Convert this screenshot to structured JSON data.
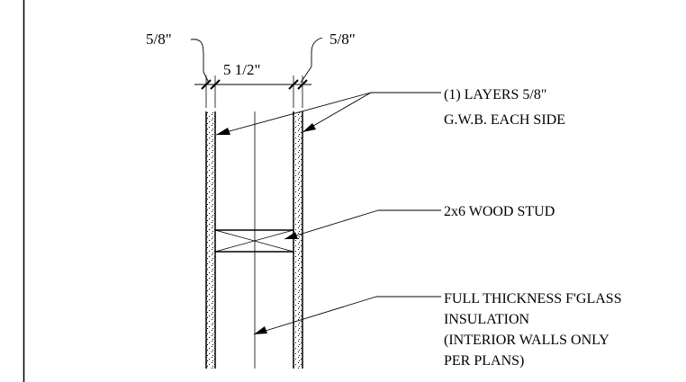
{
  "dimensions": {
    "left_gwb": "5/8\"",
    "right_gwb": "5/8\"",
    "stud_depth": "5 1/2\""
  },
  "callouts": {
    "gwb_line1": "(1) LAYERS 5/8\"",
    "gwb_line2": "G.W.B. EACH SIDE",
    "stud": "2x6 WOOD STUD",
    "insulation_line1": "FULL THICKNESS F'GLASS",
    "insulation_line2": "INSULATION",
    "insulation_line3": "(INTERIOR WALLS ONLY",
    "insulation_line4": "PER PLANS)"
  },
  "colors": {
    "line": "#000000",
    "background": "#ffffff"
  }
}
